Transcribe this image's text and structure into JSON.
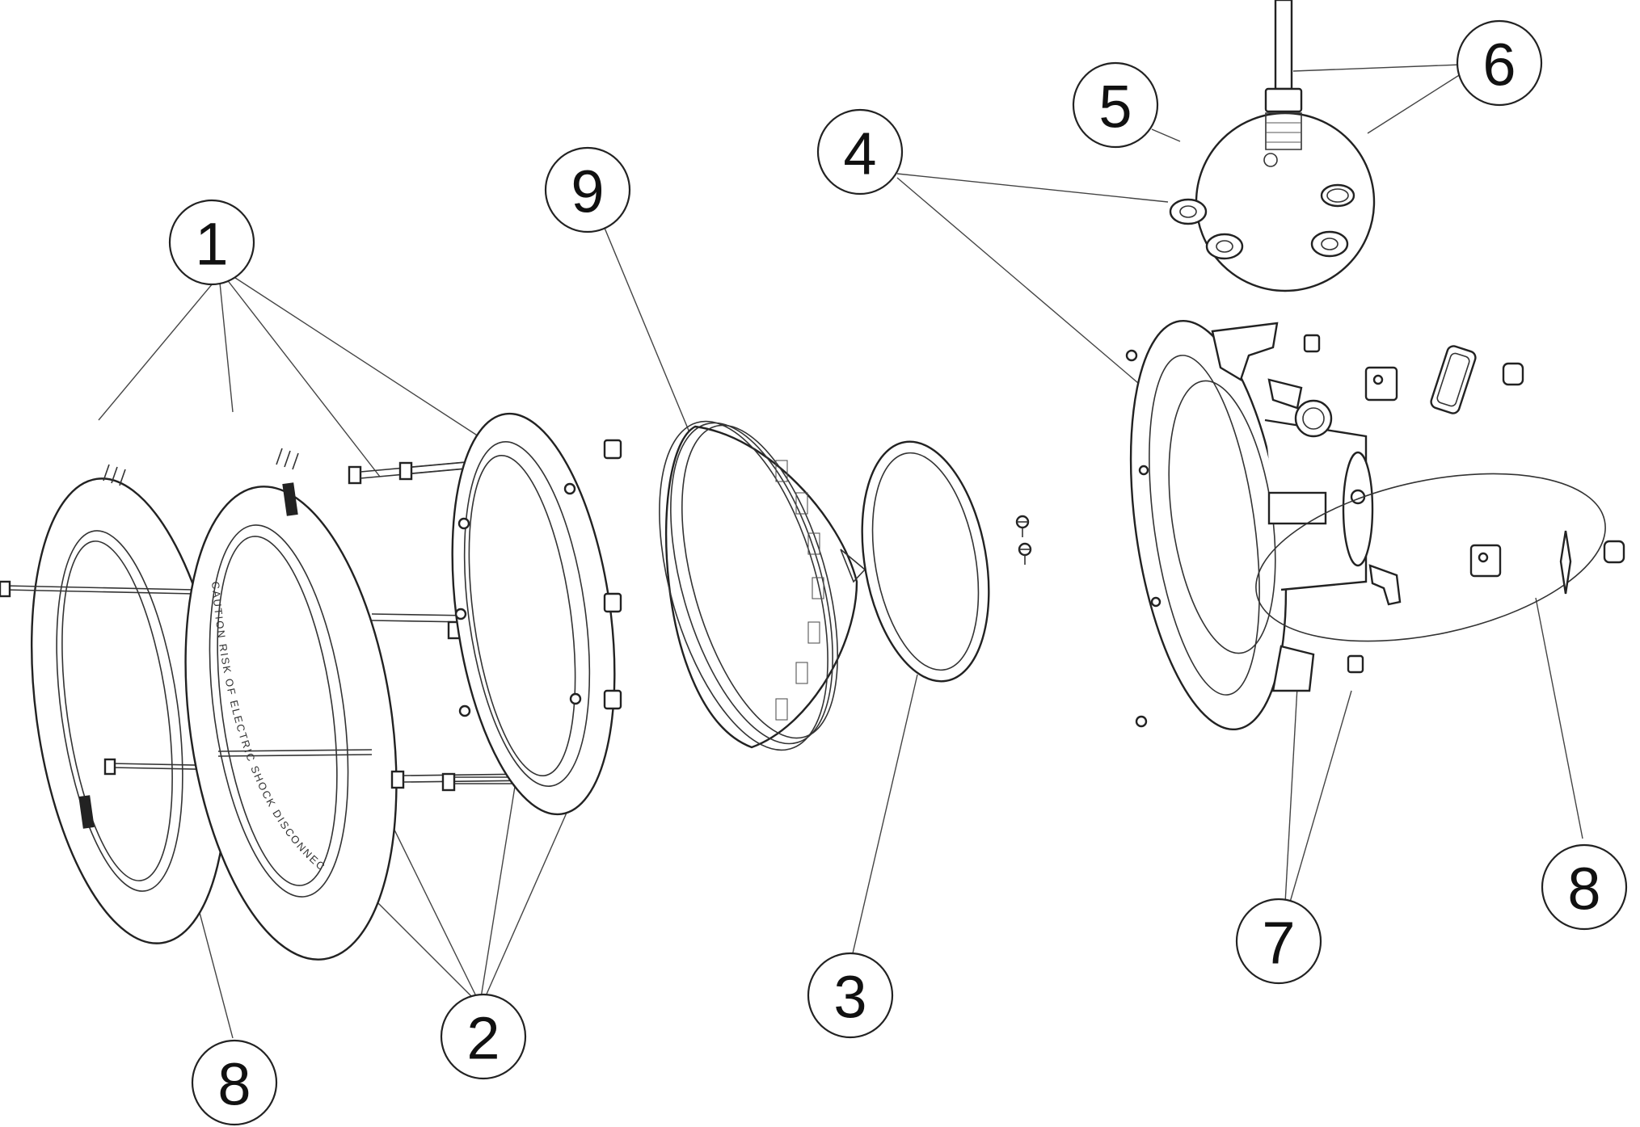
{
  "callouts": [
    {
      "id": "1",
      "label": "1"
    },
    {
      "id": "2",
      "label": "2"
    },
    {
      "id": "3",
      "label": "3"
    },
    {
      "id": "4",
      "label": "4"
    },
    {
      "id": "5",
      "label": "5"
    },
    {
      "id": "6",
      "label": "6"
    },
    {
      "id": "7",
      "label": "7"
    },
    {
      "id": "8a",
      "label": "8"
    },
    {
      "id": "8b",
      "label": "8"
    },
    {
      "id": "9",
      "label": "9"
    }
  ],
  "ring_text": "CAUTION RISK OF ELECTRIC SHOCK DISCONNECT POWER BEFORE SERVICING",
  "line_color": "#222222"
}
